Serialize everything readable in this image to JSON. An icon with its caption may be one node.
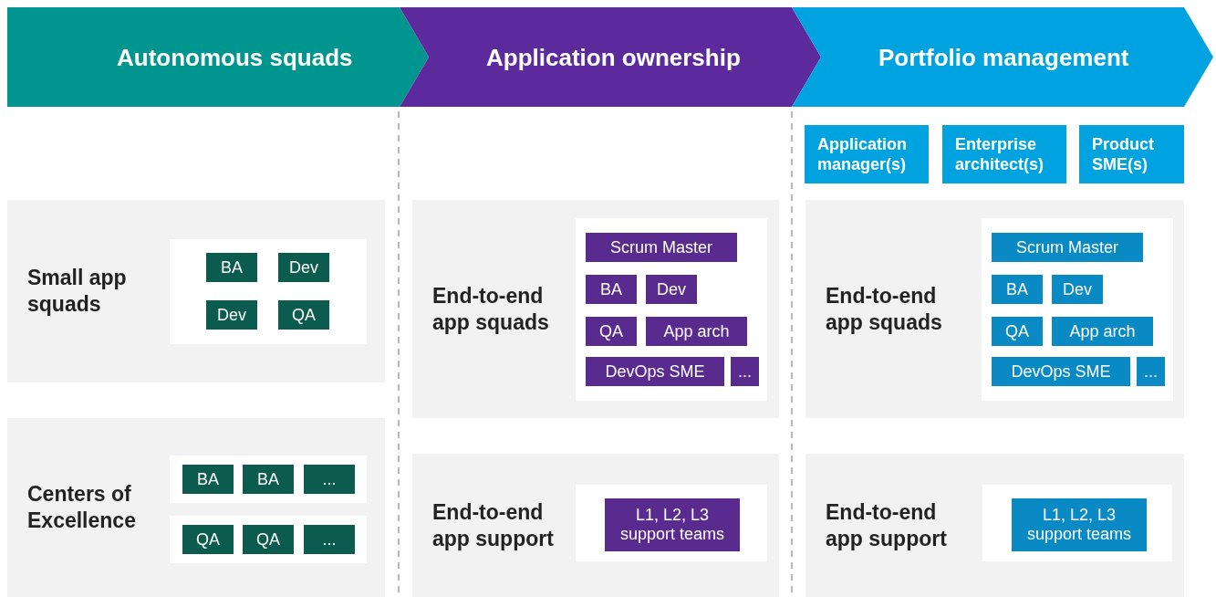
{
  "diagram": {
    "nodes": [
      {
        "text": [
          "Autonomous squads"
        ]
      },
      {
        "text": [
          "Application ownership"
        ]
      },
      {
        "text": [
          "Portfolio management"
        ]
      },
      {
        "text": [
          "Application manager(s)"
        ]
      },
      {
        "text": [
          "Enterprise architect(s)"
        ]
      },
      {
        "text": [
          "Product SME(s)"
        ]
      },
      {
        "text": [
          "Small app squads"
        ]
      },
      {
        "text": [],
        "shape": "box",
        "in": 6
      },
      {
        "text": [
          "BA"
        ],
        "in": 7
      },
      {
        "text": [
          "Dev"
        ],
        "in": 7
      },
      {
        "text": [
          "Dev"
        ],
        "in": 7
      },
      {
        "text": [
          "QA"
        ],
        "in": 7
      },
      {
        "text": [
          "Centers of Excellence"
        ]
      },
      {
        "text": [],
        "shape": "box",
        "in": 12
      },
      {
        "text": [
          "BA"
        ],
        "in": 13
      },
      {
        "text": [
          "BA"
        ],
        "in": 13
      },
      {
        "text": [
          "..."
        ],
        "in": 13
      },
      {
        "text": [],
        "shape": "box",
        "in": 12
      },
      {
        "text": [
          "QA"
        ],
        "in": 17
      },
      {
        "text": [
          "QA"
        ],
        "in": 17
      },
      {
        "text": [
          "..."
        ],
        "in": 17
      },
      {
        "text": [
          "End-to-end app squads"
        ]
      },
      {
        "text": [],
        "shape": "box",
        "in": 21
      },
      {
        "text": [
          "Scrum Master"
        ],
        "in": 22
      },
      {
        "text": [
          "BA"
        ],
        "in": 22
      },
      {
        "text": [
          "Dev"
        ],
        "in": 22
      },
      {
        "text": [
          "QA"
        ],
        "in": 22
      },
      {
        "text": [
          "App arch"
        ],
        "in": 22
      },
      {
        "text": [
          "DevOps SME"
        ],
        "in": 22
      },
      {
        "text": [
          "..."
        ],
        "in": 22
      },
      {
        "text": [
          "End-to-end app support"
        ]
      },
      {
        "text": [],
        "shape": "box",
        "in": 30
      },
      {
        "text": [
          "L1, L2, L3 support teams"
        ],
        "in": 31
      },
      {
        "text": [
          "End-to-end app squads"
        ]
      },
      {
        "text": [],
        "shape": "box",
        "in": 33
      },
      {
        "text": [
          "Scrum Master"
        ],
        "in": 34
      },
      {
        "text": [
          "BA"
        ],
        "in": 34
      },
      {
        "text": [
          "Dev"
        ],
        "in": 34
      },
      {
        "text": [
          "QA"
        ],
        "in": 34
      },
      {
        "text": [
          "App arch"
        ],
        "in": 34
      },
      {
        "text": [
          "DevOps SME"
        ],
        "in": 34
      },
      {
        "text": [
          "..."
        ],
        "in": 34
      },
      {
        "text": [
          "End-to-end app support"
        ]
      },
      {
        "text": [],
        "shape": "box",
        "in": 42
      },
      {
        "text": [
          "L1, L2, L3 support teams"
        ],
        "in": 43
      }
    ]
  }
}
